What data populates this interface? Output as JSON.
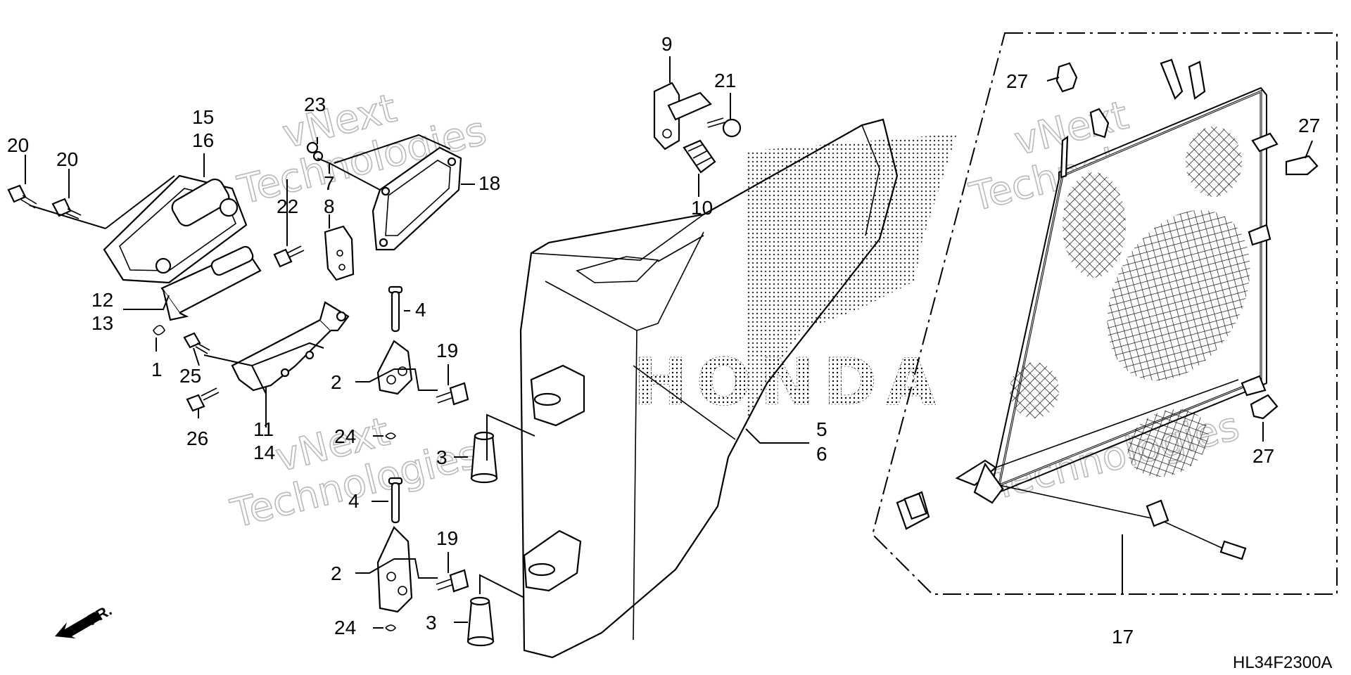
{
  "diagram_code": "HL34F2300A",
  "front_arrow": "FR.",
  "watermark": {
    "line1": "vNext",
    "line2": "Technologies"
  },
  "brand_mark": "HONDA",
  "callouts": [
    "1",
    "2",
    "2",
    "3",
    "3",
    "4",
    "4",
    "5",
    "6",
    "7",
    "8",
    "9",
    "10",
    "11",
    "12",
    "13",
    "14",
    "15",
    "16",
    "17",
    "18",
    "19",
    "19",
    "20",
    "20",
    "21",
    "22",
    "23",
    "24",
    "24",
    "25",
    "26",
    "27",
    "27",
    "27"
  ]
}
